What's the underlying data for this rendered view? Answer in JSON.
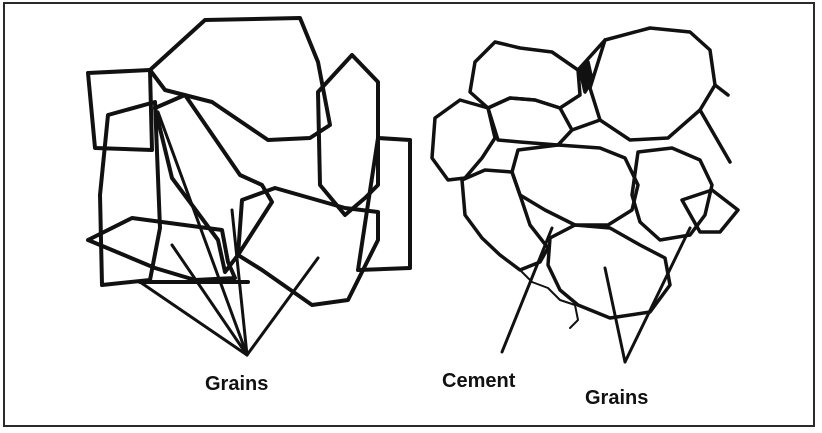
{
  "labels": {
    "grains_left": "Grains",
    "cement": "Cement",
    "grains_right": "Grains"
  },
  "colors": {
    "line": "#111111",
    "border": "#2a2a2a",
    "background": "#ffffff"
  }
}
